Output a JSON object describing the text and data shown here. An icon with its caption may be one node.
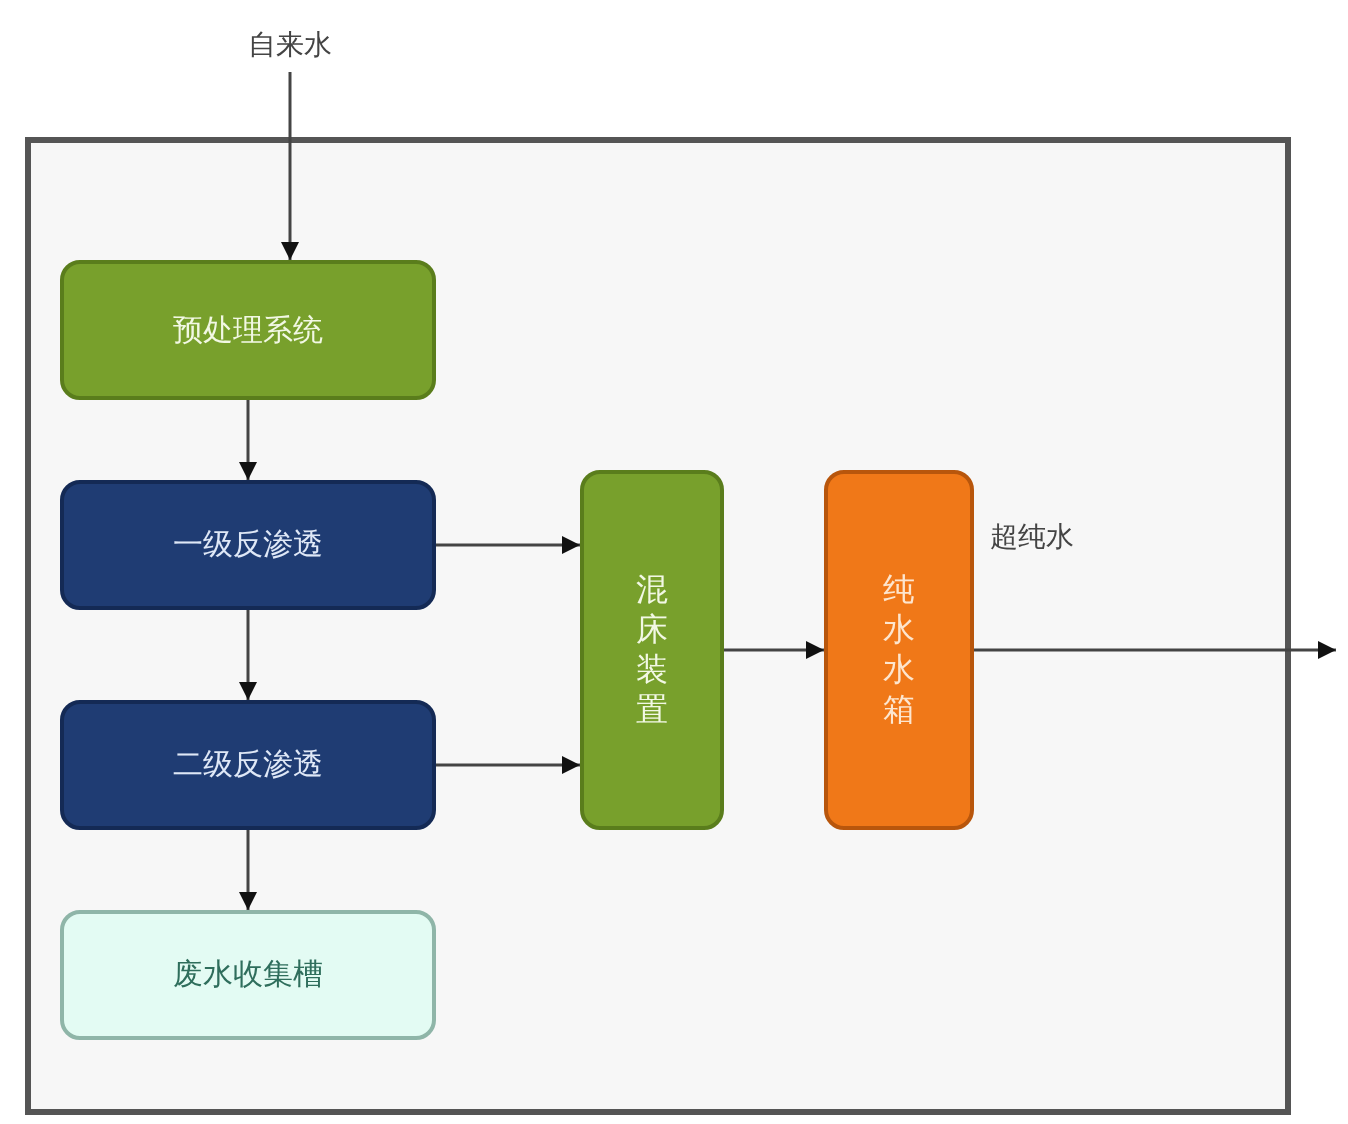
{
  "diagram": {
    "nodes": [
      {
        "text": [
          "自来水"
        ]
      },
      {
        "text": [
          "预处理系统"
        ]
      },
      {
        "text": [
          "一级反渗透"
        ]
      },
      {
        "text": [
          "二级反渗透"
        ]
      },
      {
        "text": [
          "废水收集槽"
        ]
      },
      {
        "text": [
          "混床装置"
        ]
      },
      {
        "text": [
          "纯水水箱"
        ],
        "beside": [
          "超纯水"
        ]
      }
    ],
    "edges": [
      {
        "from": 0,
        "to": 1,
        "arrow": "to"
      },
      {
        "from": 1,
        "to": 2,
        "arrow": "to"
      },
      {
        "from": 2,
        "to": 3,
        "arrow": "to"
      },
      {
        "from": 3,
        "to": 4,
        "arrow": "to"
      },
      {
        "from": 2,
        "to": 5,
        "arrow": "to"
      },
      {
        "from": 3,
        "to": 5,
        "arrow": "to"
      },
      {
        "from": 5,
        "to": 6,
        "arrow": "to"
      },
      {
        "from": 6,
        "to": null,
        "arrow": "to"
      }
    ]
  }
}
